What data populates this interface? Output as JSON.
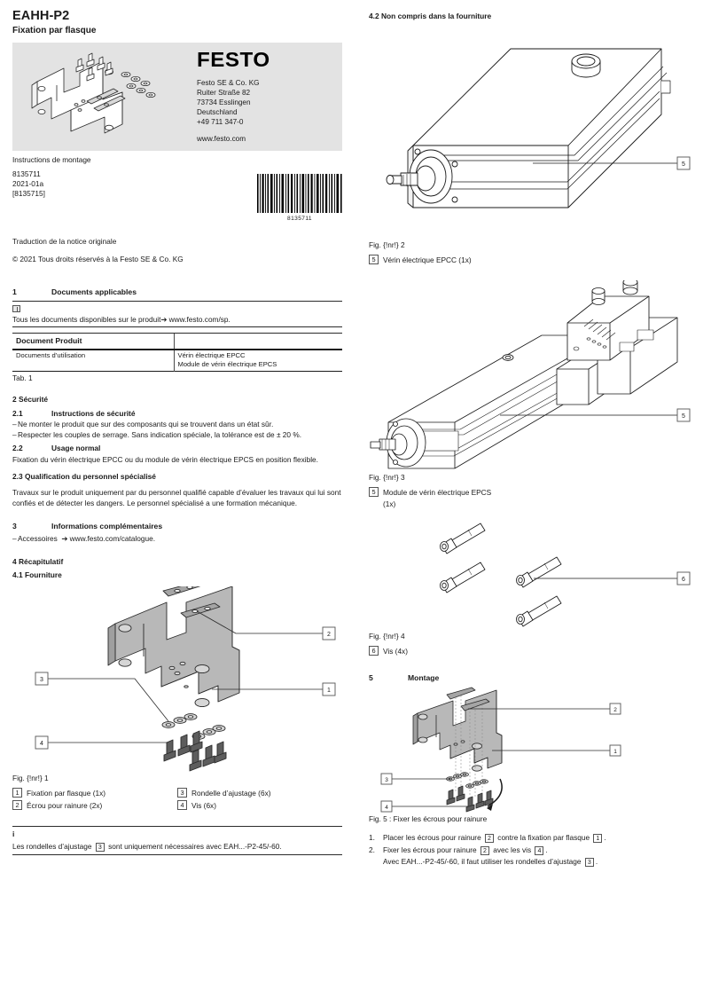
{
  "header": {
    "title": "EAHH-P2",
    "subtitle": "Fixation par flasque",
    "brand": "FESTO",
    "company": "Festo SE & Co. KG",
    "street": "Ruiter Straße 82",
    "city": "73734 Esslingen",
    "country": "Deutschland",
    "phone": "+49 711 347-0",
    "url": "www.festo.com",
    "doc_type": "Instructions de montage",
    "doc_number": "8135711",
    "doc_date": "2021-01a",
    "doc_bracket": "[8135715]",
    "barcode_number": "8135711"
  },
  "front": {
    "translation_note": "Traduction de la notice originale",
    "copyright": "© 2021 Tous droits réservés à la Festo SE & Co. KG"
  },
  "section1": {
    "number": "1",
    "title": "Documents applicables",
    "icon": "book-icon",
    "note": "Tous les documents disponibles sur le produit",
    "arrow": "➔",
    "link": " www.festo.com/sp.",
    "table": {
      "header": [
        "Document Produit",
        ""
      ],
      "rows": [
        {
          "c1": "Documents d’utilisation",
          "c2a": "Vérin électrique EPCC",
          "c2b": "Module de vérin électrique EPCS"
        }
      ],
      "caption": "Tab. 1"
    }
  },
  "section2": {
    "title": "2 Sécurité",
    "sub1": {
      "number": "2.1",
      "title": "Instructions de sécurité",
      "bullets": [
        "Ne monter le produit que sur des composants qui se trouvent dans un état sûr.",
        "Respecter les couples de serrage. Sans indication spéciale, la tolérance est de ± 20 %."
      ]
    },
    "sub2": {
      "number": "2.2",
      "title": "Usage normal",
      "text": "Fixation du vérin électrique EPCC ou du module de vérin électrique EPCS en position flexible."
    },
    "sub3": {
      "title": "2.3 Qualification du personnel spécialisé",
      "text": "Travaux sur le produit uniquement par du personnel qualifié capable d’évaluer les travaux qui lui sont confiés et de détecter les dangers. Le personnel spécialisé a une formation mécanique."
    }
  },
  "section3": {
    "number": "3",
    "title": "Informations complémentaires",
    "bullet_label": "Accessoires",
    "arrow": "➔",
    "bullet_link": " www.festo.com/catalogue."
  },
  "section4": {
    "title": "4 Récapitulatif",
    "sub1_title": "4.1 Fourniture",
    "sub2_title": "4.2 Non compris dans la fourniture",
    "fig1": {
      "caption": "Fig. {!nr!} 1",
      "callouts": [
        "1",
        "2",
        "3",
        "4"
      ],
      "legend": [
        {
          "num": "1",
          "label": "Fixation par flasque (1x)"
        },
        {
          "num": "2",
          "label": "Écrou pour rainure (2x)"
        },
        {
          "num": "3",
          "label": "Rondelle d’ajustage (6x)"
        },
        {
          "num": "4",
          "label": "Vis (6x)"
        }
      ]
    },
    "info_note": {
      "icon": "i",
      "text_a": "Les rondelles d’ajustage ",
      "ref": "3",
      "text_b": " sont uniquement nécessaires avec EAH...-P2-45/-60."
    },
    "fig2": {
      "caption": "Fig. {!nr!} 2",
      "callout": "5",
      "legend": [
        {
          "num": "5",
          "label": "Vérin électrique EPCC (1x)"
        }
      ]
    },
    "fig3": {
      "caption": "Fig. {!nr!} 3",
      "callout": "5",
      "legend": [
        {
          "num": "5",
          "label": "Module de vérin électrique EPCS",
          "label2": "(1x)"
        }
      ]
    },
    "fig4": {
      "caption": "Fig. {!nr!} 4",
      "callout": "6",
      "legend": [
        {
          "num": "6",
          "label": "Vis (4x)"
        }
      ]
    }
  },
  "section5": {
    "number": "5",
    "title": "Montage",
    "fig5": {
      "caption": "Fig. 5 :  Fixer les écrous pour rainure",
      "callouts": [
        "1",
        "2",
        "3",
        "4"
      ]
    },
    "steps": [
      {
        "n": "1.",
        "a": "Placer les écrous pour rainure ",
        "r1": "2",
        "b": " contre la fixation par flasque ",
        "r2": "1",
        "c": "."
      },
      {
        "n": "2.",
        "a": "Fixer les écrous pour rainure ",
        "r1": "2",
        "b": " avec les vis ",
        "r2": "4",
        "c": "."
      }
    ],
    "substep": {
      "a": "Avec EAH...-P2-45/-60, il faut utiliser les rondelles d’ajustage ",
      "r1": "3",
      "b": "."
    }
  },
  "colors": {
    "hero_bg": "#e3e3e3",
    "text": "#1a1a1a",
    "rule": "#2b2b2b",
    "part_fill": "#b8b8b8"
  }
}
